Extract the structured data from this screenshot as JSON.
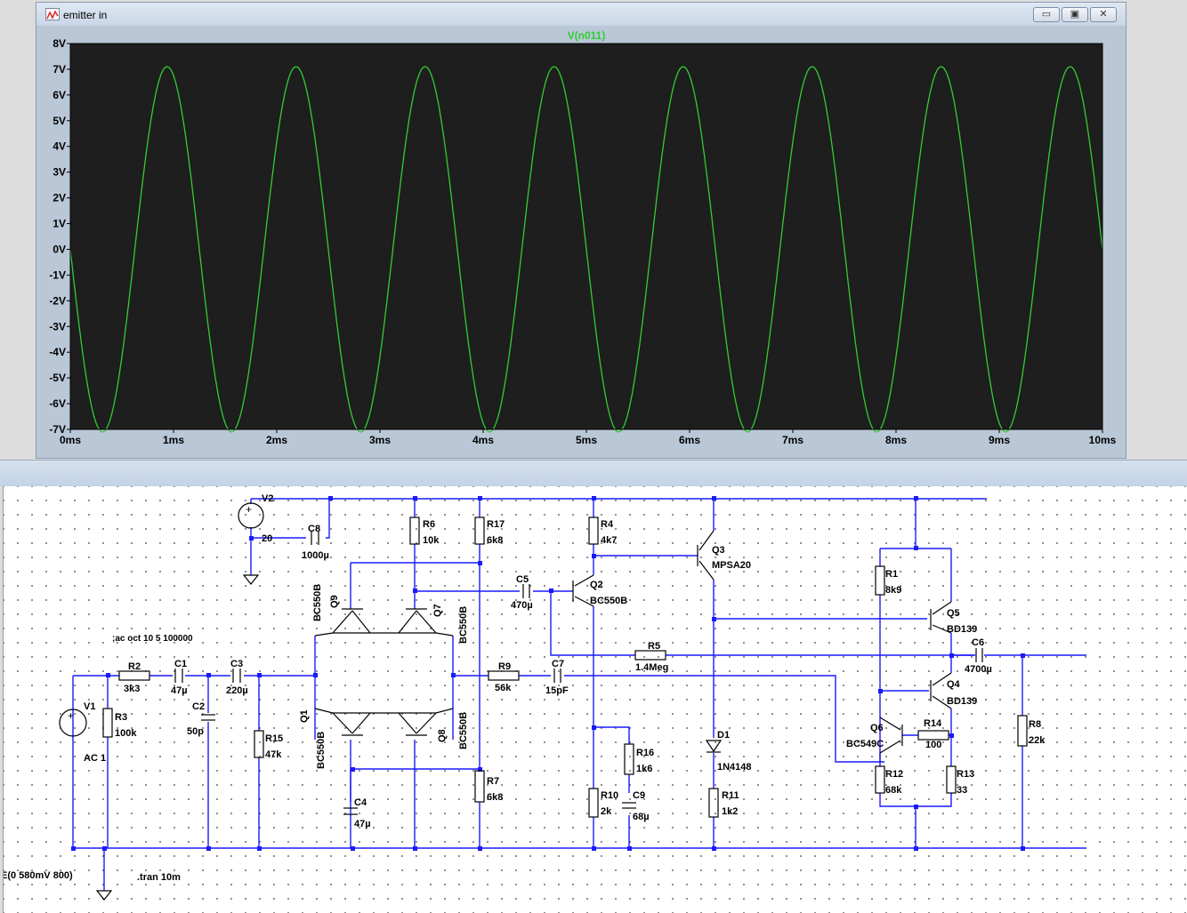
{
  "window": {
    "title": "emitter in",
    "buttons": {
      "minimize": "▭",
      "restore": "▣",
      "close": "✕"
    }
  },
  "chart_data": {
    "type": "line",
    "title": "V(n011)",
    "xlabel": "",
    "ylabel": "",
    "xlim": [
      0,
      10
    ],
    "ylim": [
      -7,
      8
    ],
    "x_ticks": [
      "0ms",
      "1ms",
      "2ms",
      "3ms",
      "4ms",
      "5ms",
      "6ms",
      "7ms",
      "8ms",
      "9ms",
      "10ms"
    ],
    "y_ticks": [
      "8V",
      "7V",
      "6V",
      "5V",
      "4V",
      "3V",
      "2V",
      "1V",
      "0V",
      "-1V",
      "-2V",
      "-3V",
      "-4V",
      "-5V",
      "-6V",
      "-7V"
    ],
    "series": [
      {
        "name": "V(n011)",
        "color": "#33cc33",
        "amplitude": 7.1,
        "frequency_hz": 800,
        "offset": 0,
        "x_unit": "ms"
      }
    ],
    "background": "#1e1e1e",
    "grid": false
  },
  "schematic": {
    "labels": {
      "v2": "V2",
      "v2_val": "20",
      "c8": "C8",
      "c8_val": "1000µ",
      "r6": "R6",
      "r6_val": "10k",
      "r17": "R17",
      "r17_val": "6k8",
      "r4": "R4",
      "r4_val": "4k7",
      "q3": "Q3",
      "q3_val": "MPSA20",
      "c5": "C5",
      "c5_val": "470µ",
      "q2": "Q2",
      "q2_val": "BC550B",
      "q9": "Q9",
      "q9_val": "BC550B",
      "q7": "Q7",
      "q7_val": "BC550B",
      "ac_cmd": ";ac oct 10 5 100000",
      "r1": "R1",
      "r1_val": "8k9",
      "q5": "Q5",
      "q5_val": "BD139",
      "c6": "C6",
      "c6_val": "4700µ",
      "r5": "R5",
      "r5_val": "1.4Meg",
      "v1": "V1",
      "v1_ac": "AC 1",
      "r2": "R2",
      "r2_val": "3k3",
      "c1": "C1",
      "c1_val": "47µ",
      "c3": "C3",
      "c3_val": "220µ",
      "r3": "R3",
      "r3_val": "100k",
      "c2": "C2",
      "c2_val": "50p",
      "r15": "R15",
      "r15_val": "47k",
      "r9": "R9",
      "r9_val": "56k",
      "c7": "C7",
      "c7_val": "15pF",
      "q4": "Q4",
      "q4_val": "BD139",
      "q1": "Q1",
      "q1_val": "BC550B",
      "q8": "Q8",
      "q8_val": "BC550B",
      "r16": "R16",
      "r16_val": "1k6",
      "d1": "D1",
      "d1_val": "1N4148",
      "q6": "Q6",
      "q6_val": "BC549C",
      "r14": "R14",
      "r14_val": "100",
      "r8": "R8",
      "r8_val": "22k",
      "r12": "R12",
      "r12_val": "68k",
      "r13": "R13",
      "r13_val": "33",
      "r7": "R7",
      "r7_val": "6k8",
      "c4": "C4",
      "c4_val": "47µ",
      "r10": "R10",
      "r10_val": "2k",
      "c9": "C9",
      "c9_val": "68µ",
      "r11": "R11",
      "r11_val": "1k2",
      "source_cmd": "E(0 580mV 800)",
      "tran_cmd": ".tran 10m"
    }
  }
}
